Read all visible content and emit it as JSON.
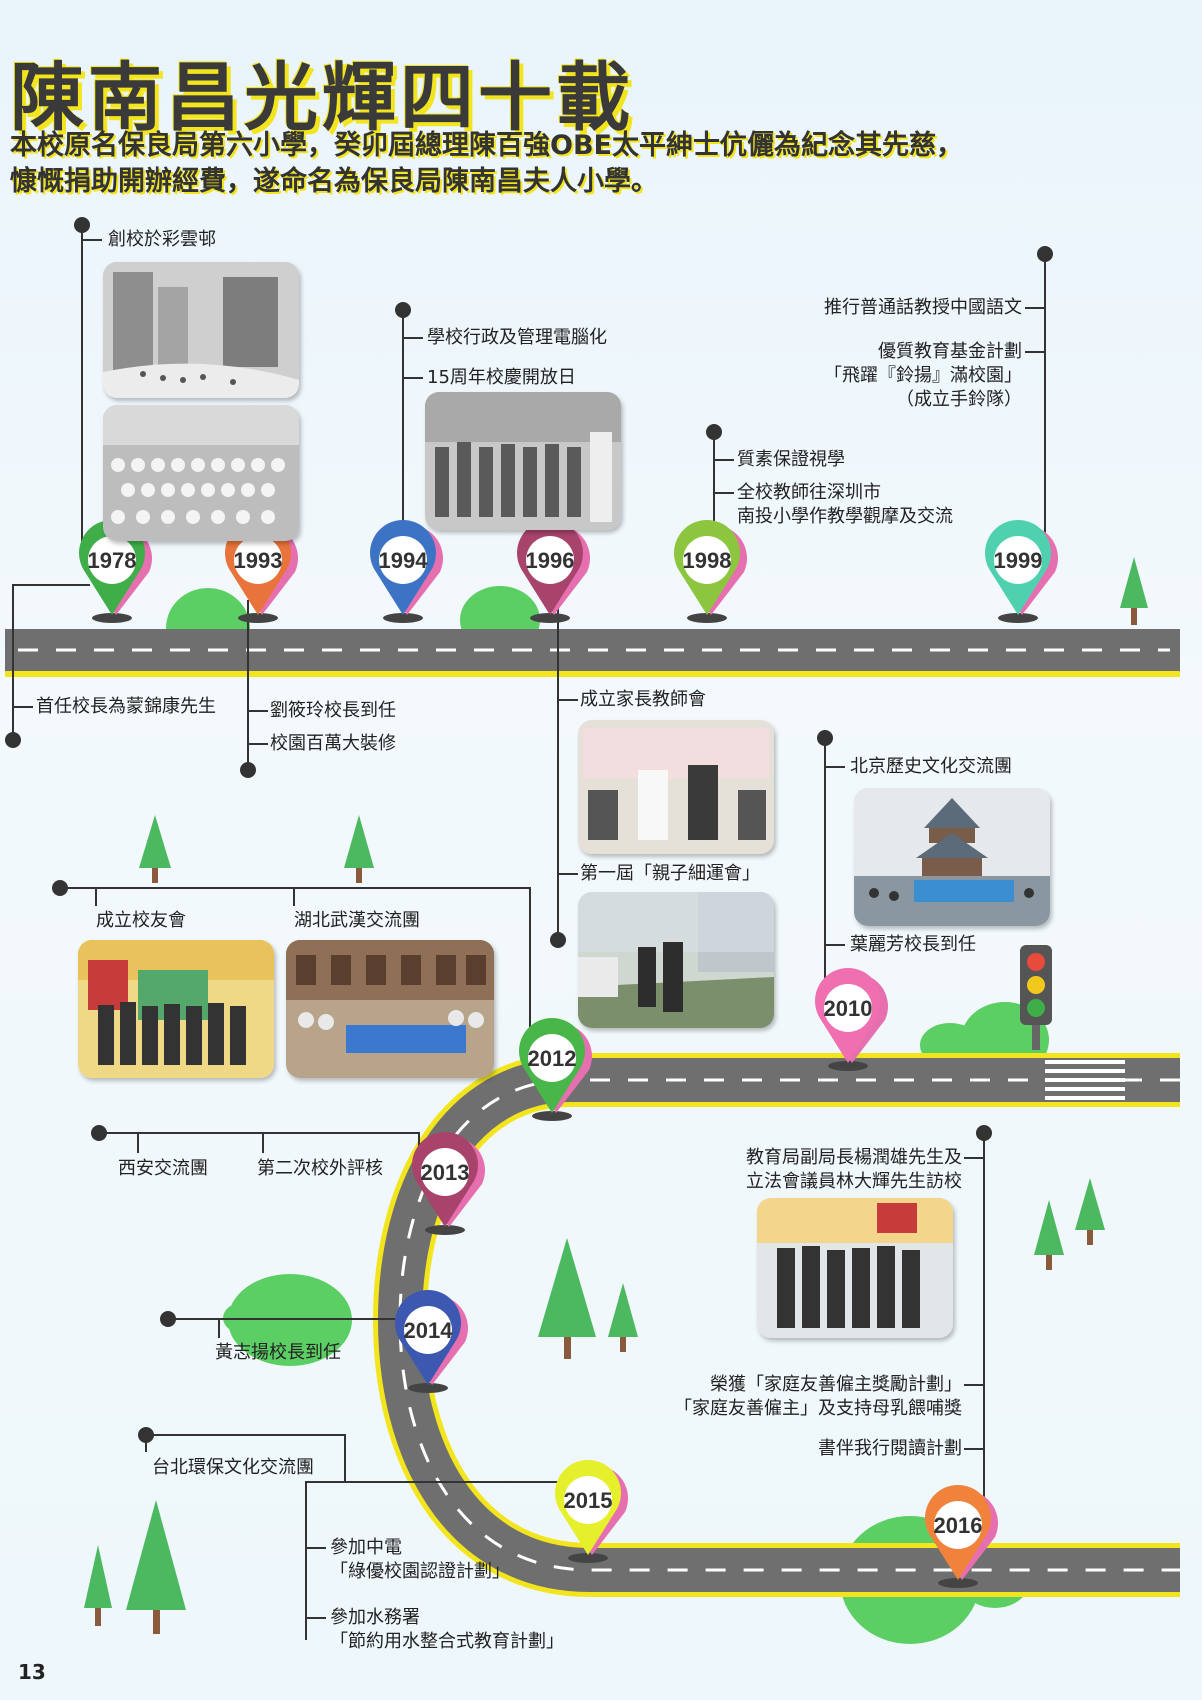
{
  "title": "陳南昌光輝四十載",
  "intro": [
    "本校原名保良局第六小學，癸卯屆總理陳百強OBE太平紳士伉儷為紀念其先慈，",
    "慷慨捐助開辦經費，遂命名為保良局陳南昌夫人小學。"
  ],
  "page_number": "13",
  "years": {
    "y1978": "1978",
    "y1993": "1993",
    "y1994": "1994",
    "y1996": "1996",
    "y1998": "1998",
    "y1999": "1999",
    "y2010": "2010",
    "y2012": "2012",
    "y2013": "2013",
    "y2014": "2014",
    "y2015": "2015",
    "y2016": "2016"
  },
  "events": {
    "e1978_founded": "創校於彩雲邨",
    "e1978_principal": "首任校長為蒙錦康先生",
    "e1993_principal": "劉筱玲校長到任",
    "e1993_renovation": "校園百萬大裝修",
    "e1994_computer": "學校行政及管理電腦化",
    "e1994_openday": "15周年校慶開放日",
    "e1996_pta": "成立家長教師會",
    "e1996_sports": "第一屆「親子細運會」",
    "e1998_qa": "質素保證視學",
    "e1998_shenzhen_1": "全校教師往深圳市",
    "e1998_shenzhen_2": "南投小學作教學觀摩及交流",
    "e1999_putonghua": "推行普通話教授中國語文",
    "e1999_qef_1": "優質教育基金計劃",
    "e1999_qef_2": "「飛躍『鈴揚』滿校園」",
    "e1999_qef_3": "（成立手鈴隊）",
    "e2010_beijing": "北京歷史文化交流團",
    "e2010_principal": "葉麗芳校長到任",
    "e2012_alumni": "成立校友會",
    "e2012_hubei": "湖北武漢交流團",
    "e2013_xian": "西安交流團",
    "e2013_review": "第二次校外評核",
    "e2014_principal": "黃志揚校長到任",
    "e2015_taipei": "台北環保文化交流團",
    "e2015_clp_1": "參加中電",
    "e2015_clp_2": "「綠優校園認證計劃」",
    "e2015_wsd_1": "參加水務署",
    "e2015_wsd_2": "「節約用水整合式教育計劃」",
    "e2016_visit_1": "教育局副局長楊潤雄先生及",
    "e2016_visit_2": "立法會議員林大輝先生訪校",
    "e2016_award_1": "榮獲「家庭友善僱主獎勵計劃」",
    "e2016_award_2": "「家庭友善僱主」及支持母乳餵哺獎",
    "e2016_reading": "書伴我行閱讀計劃"
  },
  "colors": {
    "road": "#6f6f6f",
    "road_edge": "#f2e51d",
    "pin_1978": "#3fae49",
    "pin_1993": "#e8743b",
    "pin_1994": "#3d73c4",
    "pin_1996": "#a8446b",
    "pin_1998": "#8cc63f",
    "pin_1999": "#4fd1b0",
    "pin_2010": "#f06fb1",
    "pin_2012": "#49b64a",
    "pin_2013": "#a8446b",
    "pin_2014": "#3d58b0",
    "pin_2015": "#e6ef2b",
    "pin_2016": "#f0823b",
    "tree": "#4cb860",
    "bush": "#5ccf64"
  }
}
